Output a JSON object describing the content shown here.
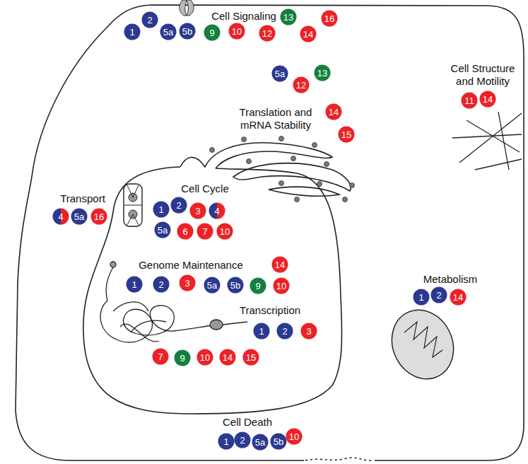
{
  "diagram": {
    "nodes": [
      {
        "text": [
          "1"
        ]
      },
      {
        "text": [
          "2"
        ]
      },
      {
        "text": [
          "5a"
        ]
      },
      {
        "text": [
          "5b"
        ]
      },
      {
        "text": [
          "9"
        ]
      },
      {
        "text": [
          "10"
        ]
      },
      {
        "text": [
          "12"
        ]
      },
      {
        "text": [
          "13"
        ]
      },
      {
        "text": [
          "14"
        ]
      },
      {
        "text": [
          "16"
        ]
      },
      {
        "text": [
          "11"
        ]
      },
      {
        "text": [
          "14"
        ]
      },
      {
        "text": [
          "5a"
        ]
      },
      {
        "text": [
          "12"
        ]
      },
      {
        "text": [
          "13"
        ]
      },
      {
        "text": [
          "14"
        ]
      },
      {
        "text": [
          "15"
        ]
      },
      {
        "text": [
          "4"
        ]
      },
      {
        "text": [
          "5a"
        ]
      },
      {
        "text": [
          "16"
        ]
      },
      {
        "text": [
          "1"
        ]
      },
      {
        "text": [
          "2"
        ]
      },
      {
        "text": [
          "3"
        ]
      },
      {
        "text": [
          "4"
        ]
      },
      {
        "text": [
          "5a"
        ]
      },
      {
        "text": [
          "6"
        ]
      },
      {
        "text": [
          "7"
        ]
      },
      {
        "text": [
          "10"
        ]
      },
      {
        "text": [
          "14"
        ]
      },
      {
        "text": [
          "1"
        ]
      },
      {
        "text": [
          "2"
        ]
      },
      {
        "text": [
          "3"
        ]
      },
      {
        "text": [
          "5a"
        ]
      },
      {
        "text": [
          "5b"
        ]
      },
      {
        "text": [
          "9"
        ]
      },
      {
        "text": [
          "10"
        ]
      },
      {
        "text": [
          "1"
        ]
      },
      {
        "text": [
          "2"
        ]
      },
      {
        "text": [
          "14"
        ]
      },
      {
        "text": [
          "1"
        ]
      },
      {
        "text": [
          "2"
        ]
      },
      {
        "text": [
          "3"
        ]
      },
      {
        "text": [
          "7"
        ]
      },
      {
        "text": [
          "9"
        ]
      },
      {
        "text": [
          "10"
        ]
      },
      {
        "text": [
          "14"
        ]
      },
      {
        "text": [
          "15"
        ]
      },
      {
        "text": [
          "1"
        ]
      },
      {
        "text": [
          "2"
        ]
      },
      {
        "text": [
          "5a"
        ]
      },
      {
        "text": [
          "5b"
        ]
      },
      {
        "text": [
          "10"
        ]
      }
    ],
    "labels": [
      "Cell Signaling",
      "Cell Structure and Motility",
      "Translation and mRNA Stability",
      "Transport",
      "Cell Cycle",
      "Genome Maintenance",
      "Metabolism",
      "Transcription",
      "Cell Death"
    ]
  }
}
